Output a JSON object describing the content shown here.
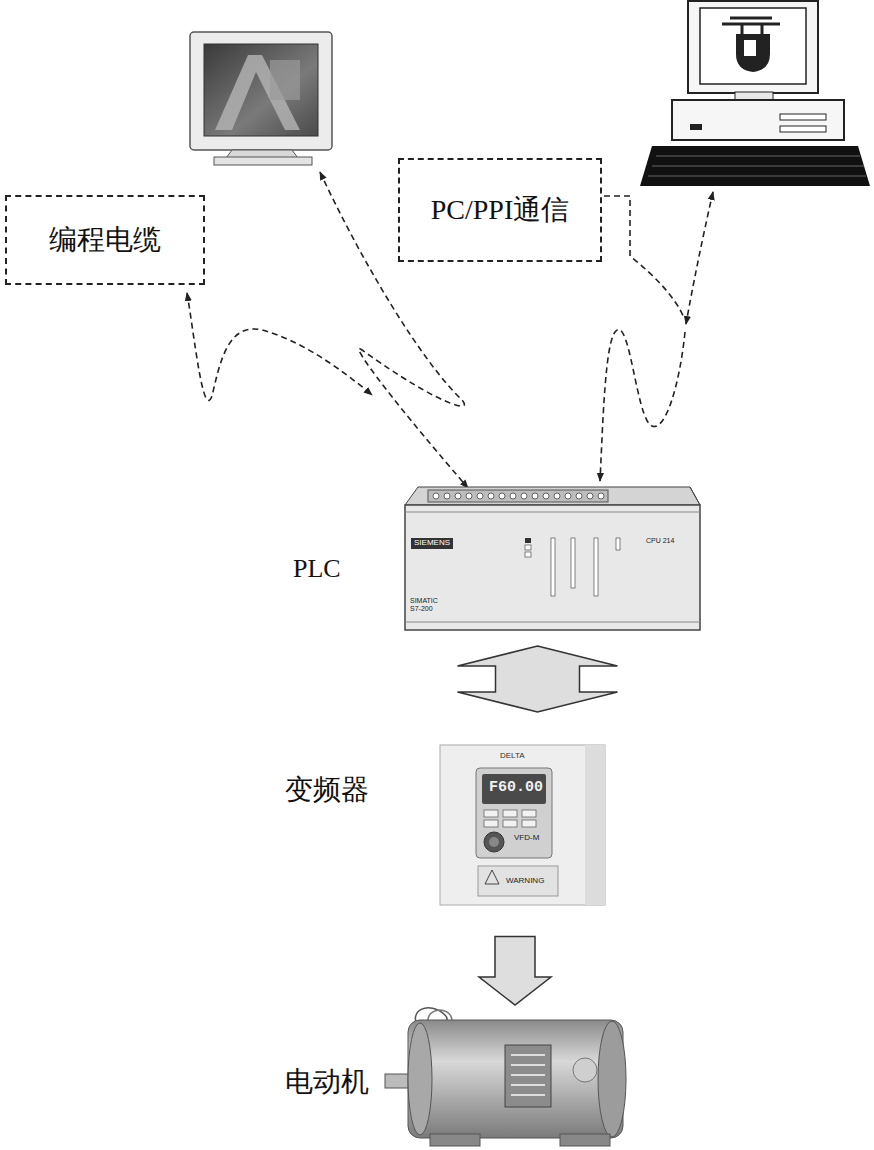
{
  "diagram": {
    "nodes": [
      {
        "text": [
          "编程电缆"
        ]
      },
      {
        "text": [
          "PC/PPI通信"
        ]
      },
      {
        "text": [
          "PLC"
        ]
      },
      {
        "text": [
          "变频器"
        ]
      },
      {
        "text": [
          "电动机"
        ]
      }
    ],
    "edges": [
      {
        "from": 2,
        "to": 3,
        "arrow": "both"
      },
      {
        "from": 3,
        "to": 4,
        "arrow": "to"
      }
    ],
    "labels": [
      "SIEMENS",
      "SIMATIC S7-200",
      "CPU 214",
      "DELTA",
      "F60.00",
      "VFD-M",
      "WARNING"
    ]
  }
}
